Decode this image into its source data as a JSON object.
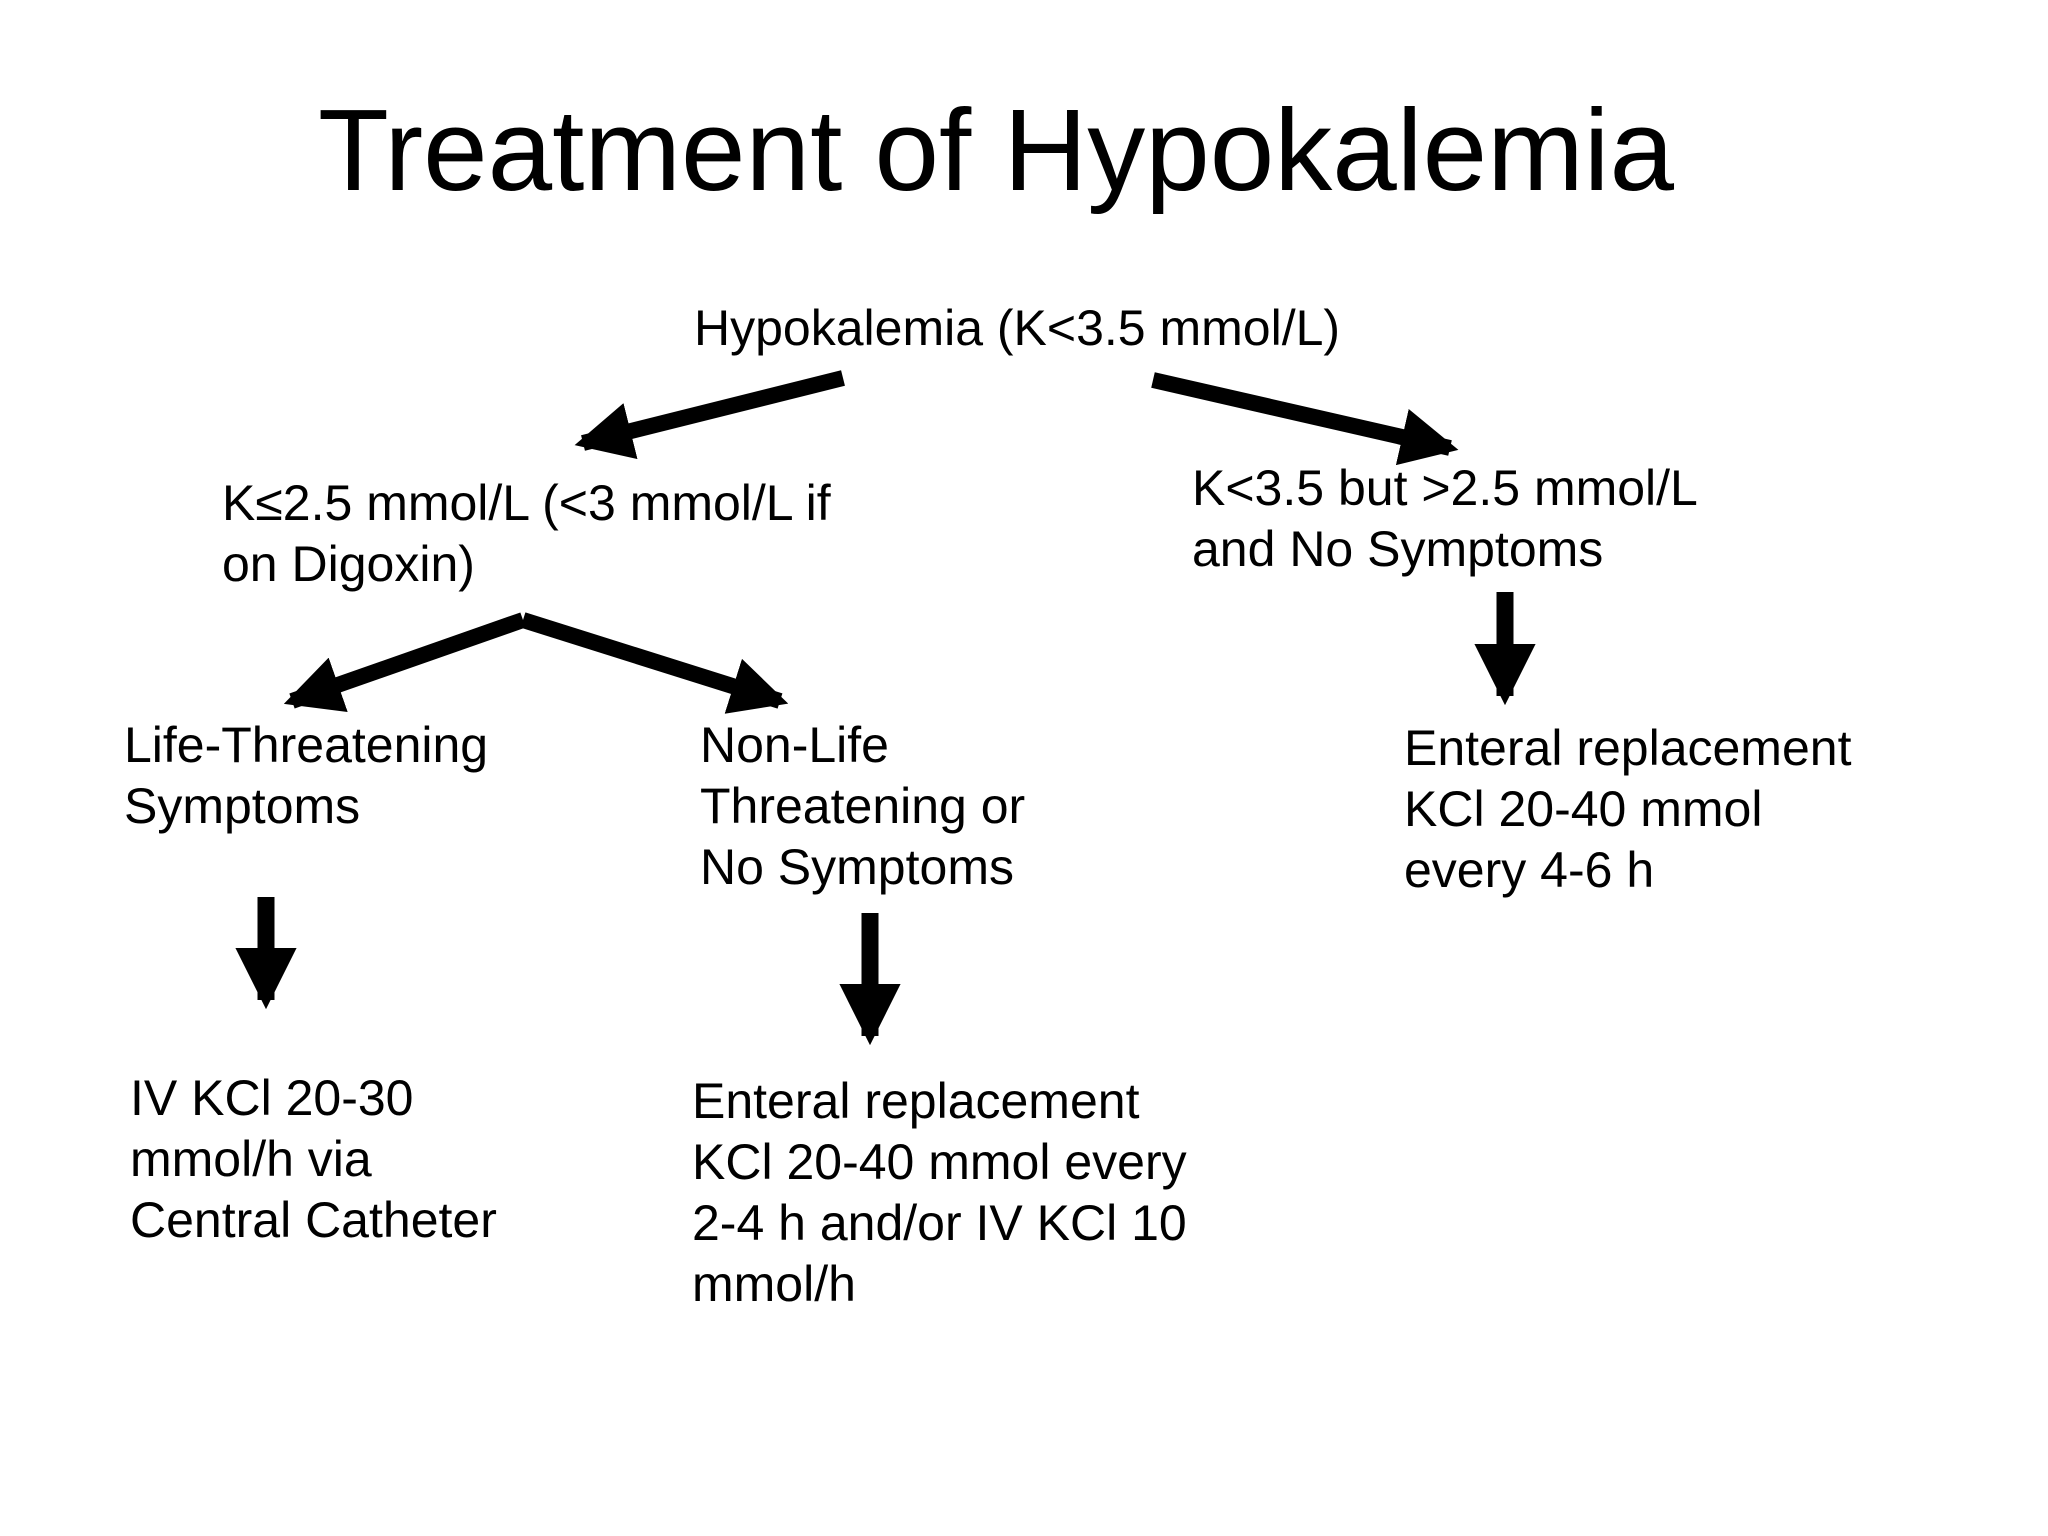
{
  "page": {
    "background_color": "#ffffff",
    "text_color": "#000000"
  },
  "title": "Treatment of Hypokalemia",
  "flowchart": {
    "arrow_color": "#000000",
    "nodes": {
      "root": "Hypokalemia (K<3.5 mmol/L)",
      "severe": "K≤2.5 mmol/L (<3 mmol/L if\non Digoxin)",
      "moderate": "K<3.5 but >2.5 mmol/L\nand No Symptoms",
      "life_threatening": "Life-Threatening\nSymptoms",
      "non_life_threatening": "Non-Life\nThreatening or\nNo Symptoms",
      "enteral_replacement_moderate": "Enteral replacement\nKCl 20-40 mmol\nevery 4-6 h",
      "iv_replacement": "IV KCl 20-30\nmmol/h via\nCentral Catheter",
      "enteral_replacement_non_life": "Enteral replacement\nKCl 20-40 mmol every\n2-4 h and/or IV KCl 10\nmmol/h"
    }
  }
}
